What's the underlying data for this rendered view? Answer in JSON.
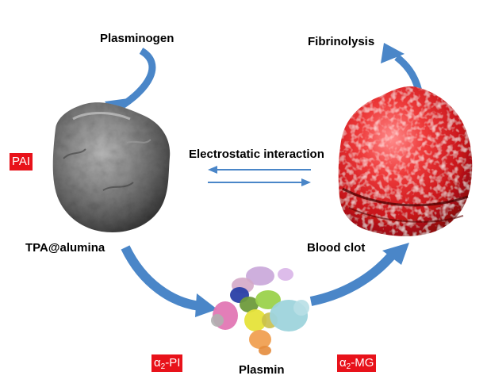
{
  "labels": {
    "plasminogen": "Plasminogen",
    "fibrinolysis": "Fibrinolysis",
    "electrostatic_interaction": "Electrostatic interaction",
    "tpa_alumina": "TPA@alumina",
    "blood_clot": "Blood clot",
    "plasmin": "Plasmin"
  },
  "badges": {
    "pai": "PAI",
    "a2pi": {
      "prefix": "α",
      "sub": "2",
      "suffix": "-PI"
    },
    "a2mg": {
      "prefix": "α",
      "sub": "2",
      "suffix": "-MG"
    }
  },
  "colors": {
    "arrow_blue": "#4a86c8",
    "badge_red": "#e8121a",
    "particle_gray": "#6e6e6e",
    "clot_red": "#d8161c"
  }
}
